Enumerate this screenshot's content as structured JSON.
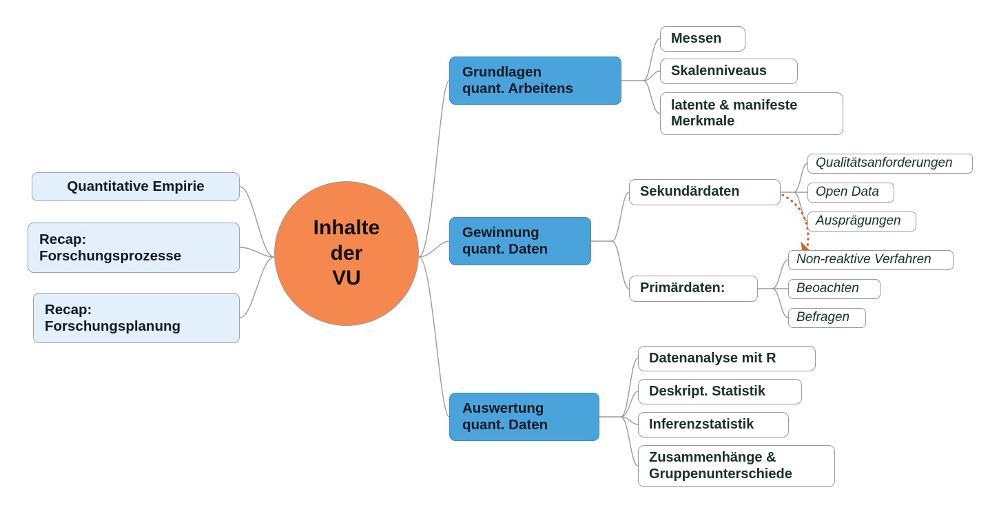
{
  "diagram": {
    "type": "mind-map",
    "title": "Inhalte der VU",
    "language": "de",
    "colors": {
      "root_fill": "#F5884F",
      "branch_fill": "#4BA3DC",
      "left_node_fill": "#E3F0FB",
      "leaf_fill": "#FFFFFF",
      "edge_stroke": "#9a9a9a",
      "cross_link_stroke": "#D4601A",
      "text": "#16302a"
    },
    "root": {
      "label": "Inhalte\nder\nVU"
    },
    "left_branches": [
      {
        "label": "Quantitative Empirie"
      },
      {
        "label": "Recap:\nForschungsprozesse"
      },
      {
        "label": "Recap:\nForschungsplanung"
      }
    ],
    "right_branches": [
      {
        "label": "Grundlagen\nquant. Arbeitens",
        "children": [
          {
            "label": "Messen"
          },
          {
            "label": "Skalenniveaus"
          },
          {
            "label": "latente & manifeste\nMerkmale"
          }
        ]
      },
      {
        "label": "Gewinnung\nquant. Daten",
        "children": [
          {
            "label": "Sekundärdaten",
            "children": [
              {
                "label": "Qualitätsanforderungen"
              },
              {
                "label": "Open Data"
              },
              {
                "label": "Ausprägungen"
              }
            ]
          },
          {
            "label": "Primärdaten:",
            "children": [
              {
                "label": "Non-reaktive Verfahren"
              },
              {
                "label": "Beoachten"
              },
              {
                "label": "Befragen"
              }
            ]
          }
        ]
      },
      {
        "label": "Auswertung\nquant. Daten",
        "children": [
          {
            "label": "Datenanalyse mit R"
          },
          {
            "label": "Deskript. Statistik"
          },
          {
            "label": "Inferenzstatistik"
          },
          {
            "label": "Zusammenhänge &\nGruppenunterschiede"
          }
        ]
      }
    ],
    "cross_link": {
      "from": "Sekundärdaten",
      "to": "Non-reaktive Verfahren",
      "style": "dotted-arrow"
    }
  }
}
